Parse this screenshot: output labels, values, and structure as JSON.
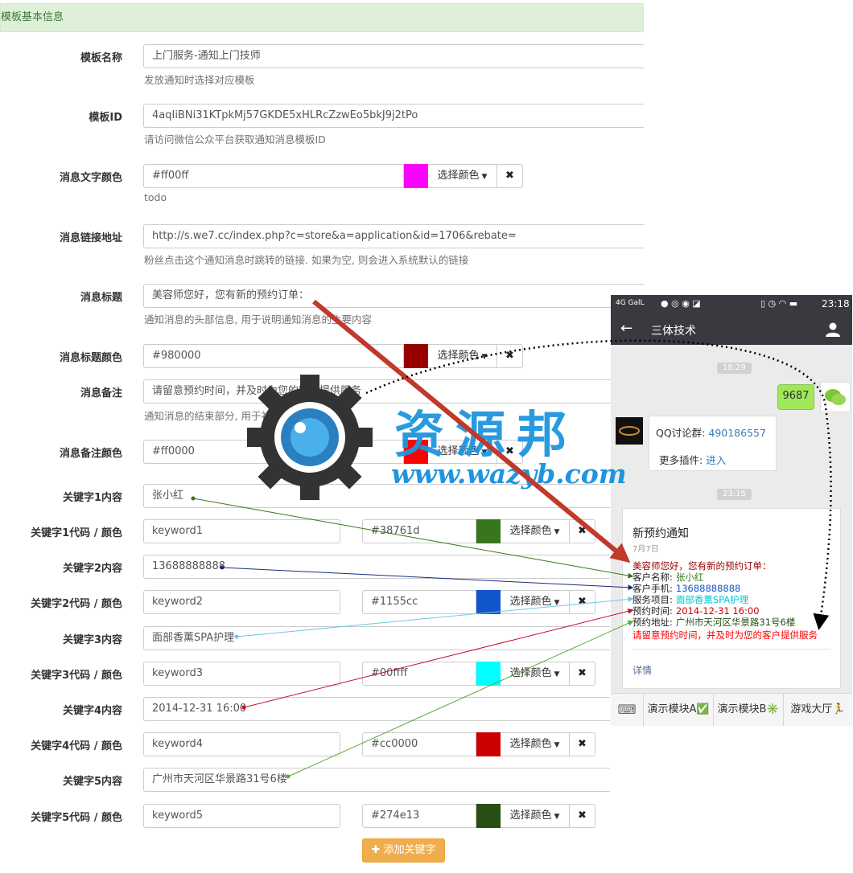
{
  "section_title": "模板基本信息",
  "fields": {
    "template_name": {
      "label": "模板名称",
      "value": "上门服务-通知上门技师",
      "help": "发放通知时选择对应模板"
    },
    "template_id": {
      "label": "模板ID",
      "value": "4aqIiBNi31KTpkMj57GKDE5xHLRcZzwEo5bkJ9j2tPo",
      "help": "请访问微信公众平台获取通知消息模板ID"
    },
    "msg_text_color": {
      "label": "消息文字颜色",
      "value": "#ff00ff",
      "help": "todo",
      "color": "#ff00ff"
    },
    "msg_link": {
      "label": "消息链接地址",
      "value": "http://s.we7.cc/index.php?c=store&a=application&id=1706&rebate=",
      "help": "粉丝点击这个通知消息时跳转的链接. 如果为空, 则会进入系统默认的链接"
    },
    "msg_title": {
      "label": "消息标题",
      "value": "美容师您好，您有新的预约订单：",
      "help": "通知消息的头部信息, 用于说明通知消息的主要内容"
    },
    "msg_title_color": {
      "label": "消息标题颜色",
      "value": "#980000",
      "color": "#980000"
    },
    "msg_remark": {
      "label": "消息备注",
      "value": "请留意预约时间，并及时为您的客户提供服务",
      "help": "通知消息的结束部分, 用于补充说明"
    },
    "msg_remark_color": {
      "label": "消息备注颜色",
      "value": "#ff0000",
      "color": "#ff0000"
    }
  },
  "keywords": [
    {
      "content_label": "关键字1内容",
      "content": "张小红",
      "code_label": "关键字1代码 / 颜色",
      "code": "keyword1",
      "color": "#38761d"
    },
    {
      "content_label": "关键字2内容",
      "content": "13688888888",
      "code_label": "关键字2代码 / 颜色",
      "code": "keyword2",
      "color": "#1155cc"
    },
    {
      "content_label": "关键字3内容",
      "content": "面部香薰SPA护理",
      "code_label": "关键字3代码 / 颜色",
      "code": "keyword3",
      "color": "#00ffff"
    },
    {
      "content_label": "关键字4内容",
      "content": "2014-12-31 16:00",
      "code_label": "关键字4代码 / 颜色",
      "code": "keyword4",
      "color": "#cc0000"
    },
    {
      "content_label": "关键字5内容",
      "content": "广州市天河区华景路31号6楼",
      "code_label": "关键字5代码 / 颜色",
      "code": "keyword5",
      "color": "#274e13"
    }
  ],
  "pick_color_label": "选择颜色",
  "clear_label": "✖",
  "add_keyword_label": "添加关键字",
  "watermark": {
    "title": "资源邦",
    "url": "www.wazyb.com"
  },
  "phone": {
    "status_left": "4G  GalL",
    "status_time": "23:18",
    "chat_title": "三体技术",
    "time1": "18:29",
    "my_message": "9687",
    "qq_label": "QQ讨论群:",
    "qq_number": "490186557",
    "more_label": "更多插件:",
    "more_link": "进入",
    "time2": "23:15",
    "notify_title": "新预约通知",
    "notify_date": "7月7日",
    "notify_first": "美容师您好，您有新的预约订单：",
    "rows": [
      {
        "label": "客户名称:",
        "value": "张小红",
        "color": "#38761d"
      },
      {
        "label": "客户手机:",
        "value": "13688888888",
        "color": "#1155cc"
      },
      {
        "label": "服务项目:",
        "value": "面部香薰SPA护理",
        "color": "#00c8d8"
      },
      {
        "label": "预约时间:",
        "value": "2014-12-31 16:00",
        "color": "#cc0000"
      },
      {
        "label": "预约地址:",
        "value": "广州市天河区华景路31号6楼",
        "color": "#274e13"
      }
    ],
    "notify_remark": "请留意预约时间，并及时为您的客户提供服务",
    "detail_link": "详情",
    "menu": [
      "演示模块A✅",
      "演示模块B✳️",
      "游戏大厅🏃"
    ]
  }
}
